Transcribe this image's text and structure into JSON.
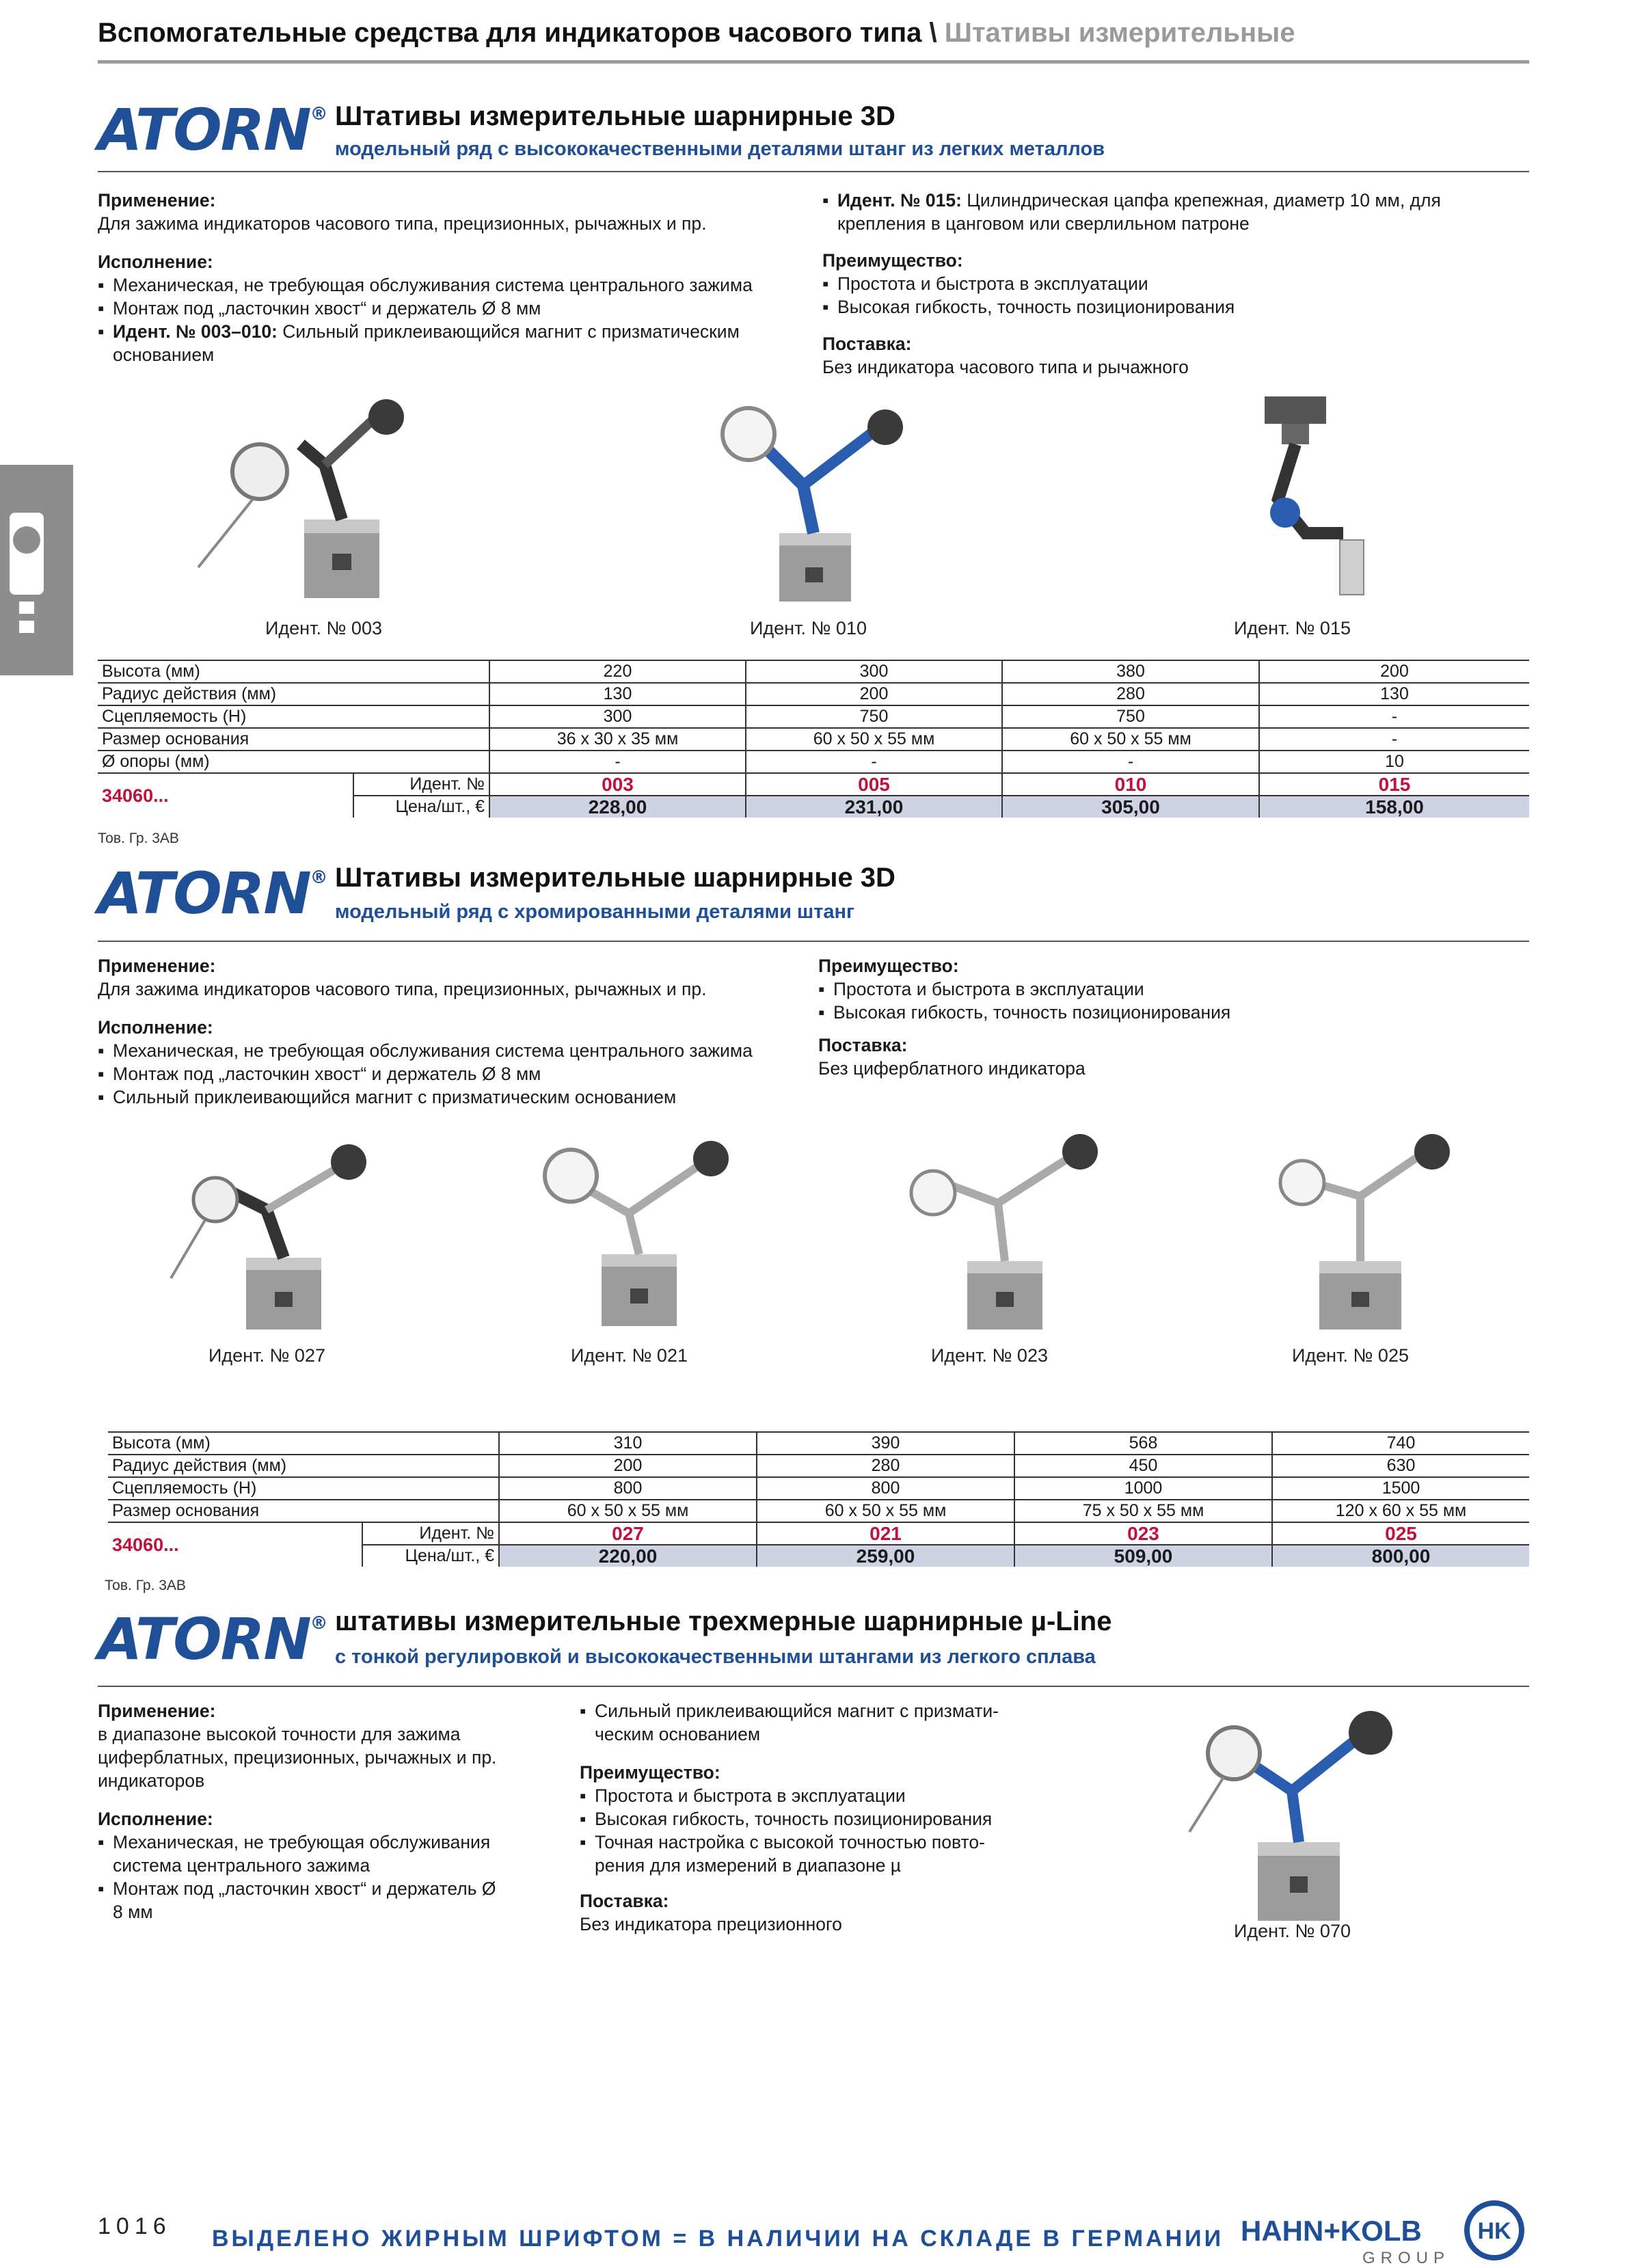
{
  "header": {
    "title": "Вспомогательные средства для индикаторов часового типа",
    "separator": "\\",
    "subtitle": "Штативы измерительные"
  },
  "sections": [
    {
      "logo": "ATORN",
      "title": "Штативы измерительные шарнирные 3D",
      "subtitle": "модельный ряд с высококачественными деталями штанг из легких металлов",
      "application_heading": "Применение:",
      "application_text": "Для зажима индикаторов часового типа, прецизионных, рычажных и пр.",
      "design_heading": "Исполнение:",
      "design_items": [
        "Механическая, не требующая обслуживания система центрального зажима",
        "Монтаж под „ласточкин хвост“ и держатель Ø 8 мм"
      ],
      "design_bold_item": {
        "bold": "Идент. № 003–010:",
        "text": " Сильный приклеивающийся магнит с призматическим основанием"
      },
      "right_bold_item": {
        "bold": "Идент. № 015:",
        "text": " Цилиндрическая цапфа крепежная, диаметр 10 мм, для крепления в цанговом или сверлильном патроне"
      },
      "advantage_heading": "Преимущество:",
      "advantage_items": [
        "Простота и быстрота в эксплуатации",
        "Высокая гибкость, точность позиционирования"
      ],
      "delivery_heading": "Поставка:",
      "delivery_text": "Без индикатора часового типа и рычажного",
      "captions": [
        "Идент. № 003",
        "Идент. № 010",
        "Идент. № 015"
      ],
      "table": {
        "rows": [
          {
            "label": "Высота (мм)",
            "values": [
              "220",
              "300",
              "380",
              "200"
            ]
          },
          {
            "label": "Радиус действия (мм)",
            "values": [
              "130",
              "200",
              "280",
              "130"
            ]
          },
          {
            "label": "Сцепляемость (Н)",
            "values": [
              "300",
              "750",
              "750",
              "-"
            ]
          },
          {
            "label": "Размер основания",
            "values": [
              "36 x 30 x 35 мм",
              "60 x 50 x 55 мм",
              "60 x 50 x 55 мм",
              "-"
            ]
          },
          {
            "label": "Ø опоры (мм)",
            "values": [
              "-",
              "-",
              "-",
              "10"
            ]
          }
        ],
        "article": "34060...",
        "id_label": "Идент. №",
        "ids": [
          "003",
          "005",
          "010",
          "015"
        ],
        "price_label": "Цена/шт., €",
        "prices": [
          "228,00",
          "231,00",
          "305,00",
          "158,00"
        ]
      },
      "group": "Тов. Гр. 3AB"
    },
    {
      "logo": "ATORN",
      "title": "Штативы измерительные шарнирные 3D",
      "subtitle": "модельный ряд с хромированными деталями штанг",
      "application_heading": "Применение:",
      "application_text": "Для зажима индикаторов часового типа, прецизионных, рычажных и пр.",
      "design_heading": "Исполнение:",
      "design_items": [
        "Механическая, не требующая обслуживания система центрального зажима",
        "Монтаж под „ласточкин хвост“ и держатель Ø 8 мм",
        "Сильный приклеивающийся магнит с призматическим основанием"
      ],
      "advantage_heading": "Преимущество:",
      "advantage_items": [
        "Простота и быстрота в эксплуатации",
        "Высокая гибкость, точность позиционирования"
      ],
      "delivery_heading": "Поставка:",
      "delivery_text": "Без циферблатного индикатора",
      "captions": [
        "Идент. № 027",
        "Идент. № 021",
        "Идент. № 023",
        "Идент. № 025"
      ],
      "table": {
        "rows": [
          {
            "label": "Высота (мм)",
            "values": [
              "310",
              "390",
              "568",
              "740"
            ]
          },
          {
            "label": "Радиус действия (мм)",
            "values": [
              "200",
              "280",
              "450",
              "630"
            ]
          },
          {
            "label": "Сцепляемость (Н)",
            "values": [
              "800",
              "800",
              "1000",
              "1500"
            ]
          },
          {
            "label": "Размер основания",
            "values": [
              "60 x 50 x 55 мм",
              "60 x 50 x 55 мм",
              "75 x 50 x 55 мм",
              "120 x 60 x 55 мм"
            ]
          }
        ],
        "article": "34060...",
        "id_label": "Идент. №",
        "ids": [
          "027",
          "021",
          "023",
          "025"
        ],
        "price_label": "Цена/шт., €",
        "prices": [
          "220,00",
          "259,00",
          "509,00",
          "800,00"
        ]
      },
      "group": "Тов. Гр. 3AB"
    },
    {
      "logo": "ATORN",
      "title": "штативы измерительные трехмерные шарнирные µ-Line",
      "subtitle": "с тонкой регулировкой и высококачественными штангами из легкого сплава",
      "application_heading": "Применение:",
      "application_lines": [
        "в диапазоне высокой точности для зажима",
        "циферблатных, прецизионных, рычажных и пр.",
        "индикаторов"
      ],
      "design_heading": "Исполнение:",
      "design_items": [
        [
          "Механическая, не требующая обслуживания",
          "системa центрального зажима"
        ],
        [
          "Монтаж под „ласточкин хвост“ и держатель Ø",
          "8 мм"
        ]
      ],
      "mid_item": [
        "Сильный приклеивающийся магнит с призмати-",
        "ческим основанием"
      ],
      "advantage_heading": "Преимущество:",
      "advantage_items": [
        [
          "Простота и быстрота в эксплуатации"
        ],
        [
          "Высокая гибкость, точность позиционирования"
        ],
        [
          "Точная настройка с высокой точностью повто-",
          "рения для измерений в диапазоне µ"
        ]
      ],
      "delivery_heading": "Поставка:",
      "delivery_text": "Без индикатора прецизионного",
      "caption": "Идент. № 070"
    }
  ],
  "side_tab_icon": "dial-indicator-icon",
  "footer": {
    "page_number": "1016",
    "note": "ВЫДЕЛЕНО ЖИРНЫМ ШРИФТОМ = В НАЛИЧИИ НА СКЛАДЕ В ГЕРМАНИИ",
    "brand": "HAHN+KOLB",
    "brand_sub": "GROUP",
    "brand_mark": "HK"
  },
  "colors": {
    "brand_blue": "#1f4f96",
    "id_red": "#c0123c",
    "price_bg": "#cdd3e2",
    "tab_grey": "#8d8d8d"
  }
}
